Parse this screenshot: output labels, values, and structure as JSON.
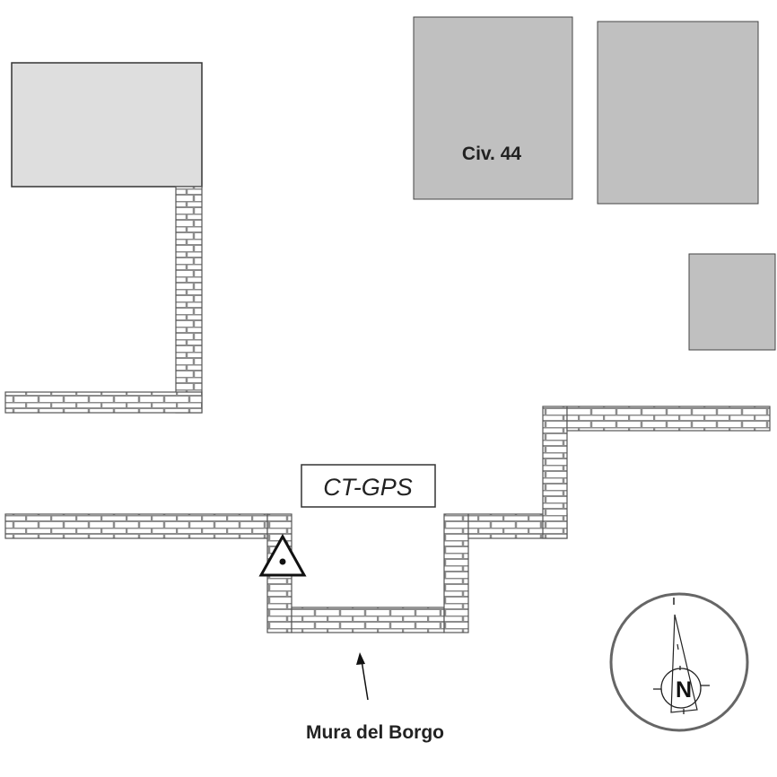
{
  "labels": {
    "building": "Civ. 44",
    "station": "CT-GPS",
    "wall": "Mura del Borgo",
    "compass": "N"
  },
  "icons": {
    "station_marker": "triangle-dot-icon",
    "compass": "north-arrow-icon"
  },
  "colors": {
    "building_light": "#dedede",
    "building": "#c0c0c0",
    "mortar": "#8c8c8c",
    "outline": "#333333"
  }
}
